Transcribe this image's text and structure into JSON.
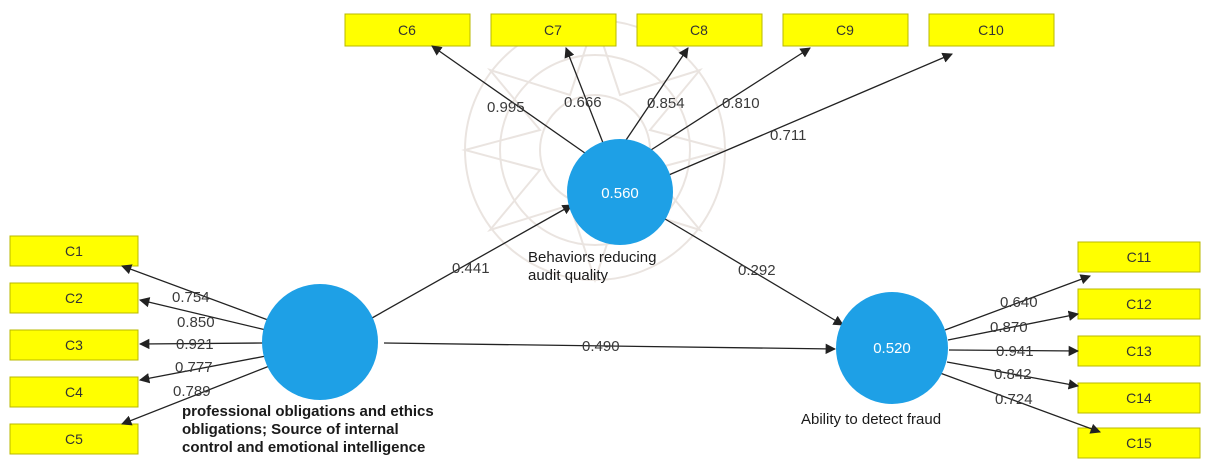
{
  "diagram": {
    "colors": {
      "indicator_fill": "#ffff00",
      "indicator_border": "#b8b800",
      "construct_fill": "#1ea0e6",
      "arrow": "#222222"
    },
    "indicators": {
      "c1": "C1",
      "c2": "C2",
      "c3": "C3",
      "c4": "C4",
      "c5": "C5",
      "c6": "C6",
      "c7": "C7",
      "c8": "C8",
      "c9": "C9",
      "c10": "C10",
      "c11": "C11",
      "c12": "C12",
      "c13": "C13",
      "c14": "C14",
      "c15": "C15"
    },
    "constructs": {
      "behaviors": {
        "r2": "0.560",
        "label_line1": "Behaviors reducing",
        "label_line2": "audit quality"
      },
      "ability": {
        "r2": "0.520",
        "label": "Ability to detect fraud"
      },
      "professional": {
        "label_line1": "professional obligations and ethics",
        "label_line2": "obligations; Source of internal",
        "label_line3": "control and emotional intelligence"
      }
    },
    "loadings": {
      "c1": "0.754",
      "c2": "0.850",
      "c3": "0.921",
      "c4": "0.777",
      "c5": "0.789",
      "c6": "0.995",
      "c7": "0.666",
      "c8": "0.854",
      "c9": "0.810",
      "c10": "0.711",
      "c11": "0.640",
      "c12": "0.870",
      "c13": "0.941",
      "c14": "0.842",
      "c15": "0.724"
    },
    "paths": {
      "professional_to_behaviors": "0.441",
      "behaviors_to_ability": "0.292",
      "professional_to_ability": "0.490"
    }
  }
}
